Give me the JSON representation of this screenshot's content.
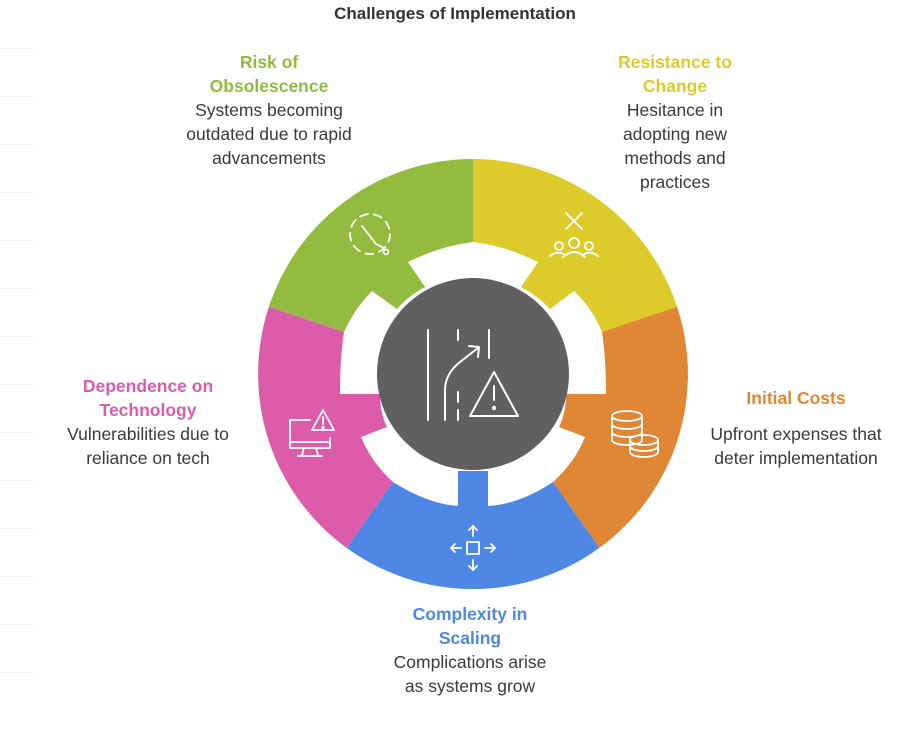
{
  "title": "Challenges of Implementation",
  "colors": {
    "green": "#92bb40",
    "yellow": "#ddcb2b",
    "orange": "#df8735",
    "blue": "#4f87e5",
    "pink": "#dc5ca9",
    "center": "#606060"
  },
  "segments": [
    {
      "id": "obsolescence",
      "title": "Risk of Obsolescence",
      "desc": "Systems becoming outdated due to rapid advancements",
      "icon": "clock-dashed-icon"
    },
    {
      "id": "resistance",
      "title": "Resistance to Change",
      "desc": "Hesitance in adopting new methods and practices",
      "icon": "people-cross-icon"
    },
    {
      "id": "costs",
      "title": "Initial Costs",
      "desc": "Upfront expenses that deter implementation",
      "icon": "coins-icon"
    },
    {
      "id": "scaling",
      "title": "Complexity in Scaling",
      "desc": "Complications arise as systems grow",
      "icon": "expand-arrows-icon"
    },
    {
      "id": "dependence",
      "title": "Dependence on Technology",
      "desc": "Vulnerabilities due to reliance on tech",
      "icon": "monitor-warning-icon"
    }
  ],
  "center_icon": "road-warning-icon"
}
